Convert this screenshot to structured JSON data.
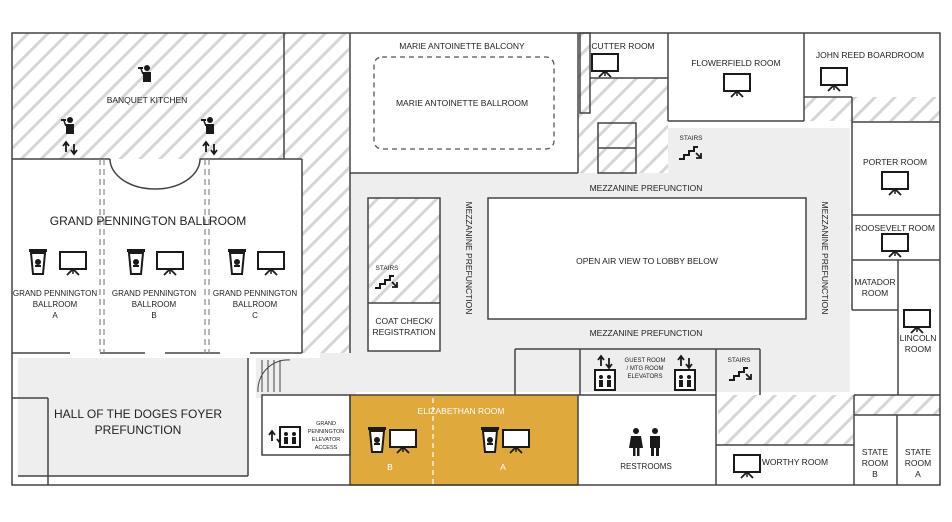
{
  "colors": {
    "wall": "#444444",
    "hatch": "#d4d4d4",
    "corridor": "#eeeeee",
    "highlight": "#e0a93b",
    "icon": "#1a1a1a"
  },
  "rooms": {
    "banquet_kitchen": "BANQUET KITCHEN",
    "grand_pennington": "GRAND PENNINGTON BALLROOM",
    "gp_a": {
      "line1": "GRAND PENNINGTON",
      "line2": "BALLROOM",
      "line3": "A"
    },
    "gp_b": {
      "line1": "GRAND PENNINGTON",
      "line2": "BALLROOM",
      "line3": "B"
    },
    "gp_c": {
      "line1": "GRAND PENNINGTON",
      "line2": "BALLROOM",
      "line3": "C"
    },
    "doges_foyer": {
      "line1": "HALL OF THE DOGES FOYER",
      "line2": "PREFUNCTION"
    },
    "marie_balcony": "MARIE ANTOINETTE BALCONY",
    "marie_ballroom": "MARIE ANTOINETTE BALLROOM",
    "cutter": "CUTTER ROOM",
    "flowerfield": "FLOWERFIELD ROOM",
    "john_reed": "JOHN REED BOARDROOM",
    "porter": "PORTER ROOM",
    "roosevelt": "ROOSEVELT ROOM",
    "matador": {
      "line1": "MATADOR",
      "line2": "ROOM"
    },
    "lincoln": {
      "line1": "LINCOLN",
      "line2": "ROOM"
    },
    "coat_check": {
      "line1": "COAT CHECK/",
      "line2": "REGISTRATION"
    },
    "open_air": "OPEN AIR VIEW TO LOBBY BELOW",
    "elizabethan": "ELIZABETHAN ROOM",
    "eliz_b": "B",
    "eliz_a": "A",
    "restrooms": "RESTROOMS",
    "worthy": "WORTHY ROOM",
    "state_b": {
      "line1": "STATE",
      "line2": "ROOM",
      "line3": "B"
    },
    "state_a": {
      "line1": "STATE",
      "line2": "ROOM",
      "line3": "A"
    }
  },
  "labels": {
    "mezz_top": "MEZZANINE  PREFUNCTION",
    "mezz_bottom": "MEZZANINE  PREFUNCTION",
    "mezz_left": "MEZZANINE  PREFUNCTION",
    "mezz_right": "MEZZANINE  PREFUNCTION",
    "stairs_1": "STAIRS",
    "stairs_2": "STAIRS",
    "stairs_3": "STAIRS",
    "guest_elev": {
      "line1": "GUEST ROOM",
      "line2": "/ MTG ROOM",
      "line3": "ELEVATORS"
    },
    "gp_elev": {
      "line1": "GRAND",
      "line2": "PENNINGTON",
      "line3": "ELEVATOR",
      "line4": "ACCESS"
    }
  }
}
